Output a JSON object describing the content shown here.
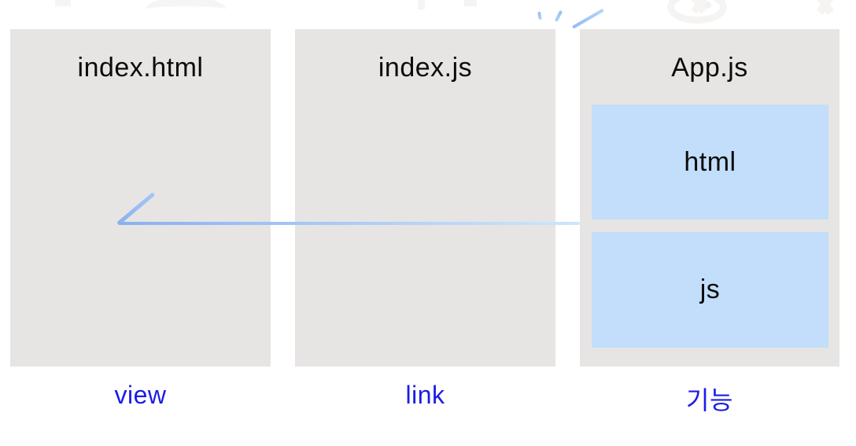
{
  "palette": {
    "box_gray": "#e6e5e4",
    "module_blue": "#c2defa",
    "caption_blue": "#1b1ce6",
    "arrow_blue_start": "#8ab0f0",
    "arrow_blue_end": "#cde6fb",
    "text_black": "#0c0c0c"
  },
  "columns": [
    {
      "title": "index.html",
      "caption": "view"
    },
    {
      "title": "index.js",
      "caption": "link"
    },
    {
      "title": "App.js",
      "caption": "기능",
      "modules": [
        {
          "label": "html"
        },
        {
          "label": "js"
        }
      ]
    }
  ],
  "decorations": {
    "arrow": "left-pointing-connector-arrow",
    "sparkle": "emphasis-burst-strokes",
    "watermark": "faint-clipped-logo-fragments"
  }
}
